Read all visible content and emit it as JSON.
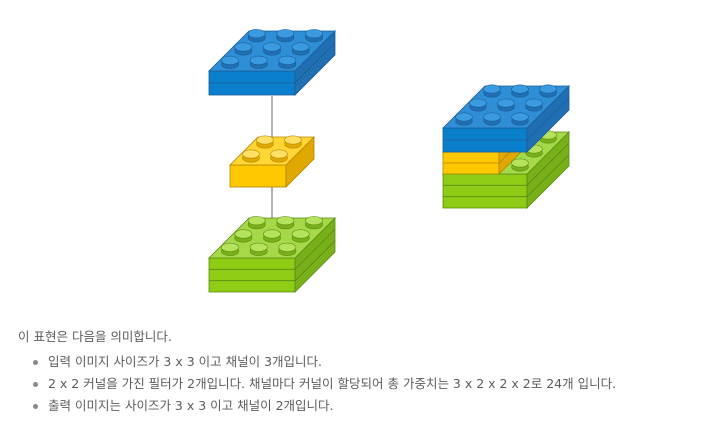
{
  "palette": {
    "blue": {
      "top": "#2f8fd6",
      "front": "#0a7fcc",
      "side": "#1f6fb2",
      "stroke": "#1a5d96",
      "stud": "#3b9be0"
    },
    "yellow": {
      "top": "#ffd633",
      "front": "#ffc800",
      "side": "#e0a800",
      "stroke": "#b38600",
      "stud": "#ffe066"
    },
    "green": {
      "top": "#a6d94a",
      "front": "#8fcc16",
      "side": "#78b01a",
      "stroke": "#5a8a12",
      "stud": "#b5e35e"
    }
  },
  "description": "이 표현은 다음을 의미합니다.",
  "bullets": [
    "입력 이미지 사이즈가 3 x 3 이고 채널이 3개입니다.",
    "2 x 2 커널을 가진 필터가 2개입니다. 채널마다 커널이 할당되어 총 가중치는 3 x 2 x 2 x 2로 24개 입니다.",
    "출력 이미지는 사이즈가 3 x 3 이고 채널이 2개입니다."
  ]
}
